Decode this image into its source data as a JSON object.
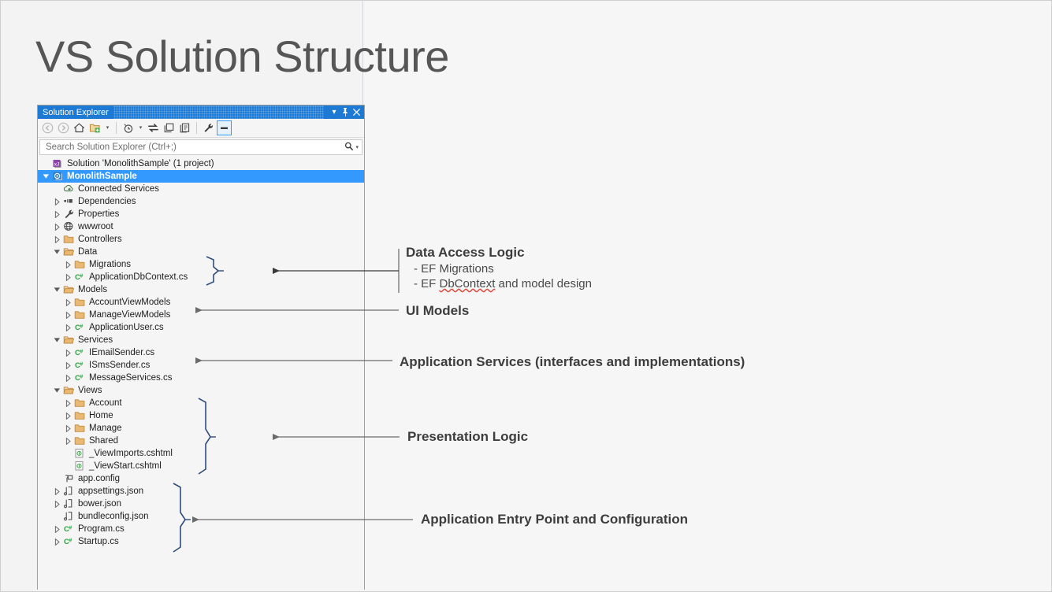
{
  "slide": {
    "title": "VS Solution Structure",
    "background": "#f6f6f6"
  },
  "solution_explorer": {
    "titlebar": {
      "title": "Solution Explorer",
      "dropdown_icon": "chevron-down-icon",
      "pin_icon": "pin-icon",
      "close_icon": "close-icon",
      "accent_color": "#1c7ad4"
    },
    "toolbar": {
      "buttons": [
        {
          "name": "back-icon",
          "glyph": "back"
        },
        {
          "name": "forward-icon",
          "glyph": "forward"
        },
        {
          "name": "home-icon",
          "glyph": "home"
        },
        {
          "name": "new-folder-icon",
          "glyph": "newfolder"
        },
        {
          "name": "new-folder-dropdown-icon",
          "glyph": "caret"
        },
        {
          "name": "pending-changes-icon",
          "glyph": "clock"
        },
        {
          "name": "pending-changes-dropdown-icon",
          "glyph": "caret"
        },
        {
          "name": "sync-with-active-document-icon",
          "glyph": "sync"
        },
        {
          "name": "collapse-all-icon",
          "glyph": "collapse"
        },
        {
          "name": "show-all-files-icon",
          "glyph": "showall"
        },
        {
          "name": "properties-icon",
          "glyph": "wrench"
        },
        {
          "name": "preview-selected-items-icon",
          "glyph": "minus"
        }
      ]
    },
    "search": {
      "placeholder": "Search Solution Explorer (Ctrl+;)",
      "value": "",
      "icon": "search-icon",
      "dropdown_icon": "caret-down-icon"
    },
    "tree": [
      {
        "label": "Solution 'MonolithSample' (1 project)",
        "indent": 0,
        "expander": "none",
        "icon": "solution-icon",
        "selected": false,
        "bold": false
      },
      {
        "label": "MonolithSample",
        "indent": 0,
        "expander": "expanded",
        "icon": "project-icon",
        "selected": true,
        "bold": true
      },
      {
        "label": "Connected Services",
        "indent": 1,
        "expander": "none",
        "icon": "connected-services-icon",
        "selected": false,
        "bold": false
      },
      {
        "label": "Dependencies",
        "indent": 1,
        "expander": "collapsed",
        "icon": "dependencies-icon",
        "selected": false,
        "bold": false
      },
      {
        "label": "Properties",
        "indent": 1,
        "expander": "collapsed",
        "icon": "properties-wrench-icon",
        "selected": false,
        "bold": false
      },
      {
        "label": "wwwroot",
        "indent": 1,
        "expander": "collapsed",
        "icon": "globe-icon",
        "selected": false,
        "bold": false
      },
      {
        "label": "Controllers",
        "indent": 1,
        "expander": "collapsed",
        "icon": "folder-icon",
        "selected": false,
        "bold": false
      },
      {
        "label": "Data",
        "indent": 1,
        "expander": "expanded",
        "icon": "folder-open-icon",
        "selected": false,
        "bold": false
      },
      {
        "label": "Migrations",
        "indent": 2,
        "expander": "collapsed",
        "icon": "folder-icon",
        "selected": false,
        "bold": false
      },
      {
        "label": "ApplicationDbContext.cs",
        "indent": 2,
        "expander": "collapsed",
        "icon": "csharp-icon",
        "selected": false,
        "bold": false
      },
      {
        "label": "Models",
        "indent": 1,
        "expander": "expanded",
        "icon": "folder-open-icon",
        "selected": false,
        "bold": false
      },
      {
        "label": "AccountViewModels",
        "indent": 2,
        "expander": "collapsed",
        "icon": "folder-icon",
        "selected": false,
        "bold": false
      },
      {
        "label": "ManageViewModels",
        "indent": 2,
        "expander": "collapsed",
        "icon": "folder-icon",
        "selected": false,
        "bold": false
      },
      {
        "label": "ApplicationUser.cs",
        "indent": 2,
        "expander": "collapsed",
        "icon": "csharp-icon",
        "selected": false,
        "bold": false
      },
      {
        "label": "Services",
        "indent": 1,
        "expander": "expanded",
        "icon": "folder-open-icon",
        "selected": false,
        "bold": false
      },
      {
        "label": "IEmailSender.cs",
        "indent": 2,
        "expander": "collapsed",
        "icon": "csharp-icon",
        "selected": false,
        "bold": false
      },
      {
        "label": "ISmsSender.cs",
        "indent": 2,
        "expander": "collapsed",
        "icon": "csharp-icon",
        "selected": false,
        "bold": false
      },
      {
        "label": "MessageServices.cs",
        "indent": 2,
        "expander": "collapsed",
        "icon": "csharp-icon",
        "selected": false,
        "bold": false
      },
      {
        "label": "Views",
        "indent": 1,
        "expander": "expanded",
        "icon": "folder-open-icon",
        "selected": false,
        "bold": false
      },
      {
        "label": "Account",
        "indent": 2,
        "expander": "collapsed",
        "icon": "folder-icon",
        "selected": false,
        "bold": false
      },
      {
        "label": "Home",
        "indent": 2,
        "expander": "collapsed",
        "icon": "folder-icon",
        "selected": false,
        "bold": false
      },
      {
        "label": "Manage",
        "indent": 2,
        "expander": "collapsed",
        "icon": "folder-icon",
        "selected": false,
        "bold": false
      },
      {
        "label": "Shared",
        "indent": 2,
        "expander": "collapsed",
        "icon": "folder-icon",
        "selected": false,
        "bold": false
      },
      {
        "label": "_ViewImports.cshtml",
        "indent": 2,
        "expander": "none",
        "icon": "cshtml-icon",
        "selected": false,
        "bold": false
      },
      {
        "label": "_ViewStart.cshtml",
        "indent": 2,
        "expander": "none",
        "icon": "cshtml-icon",
        "selected": false,
        "bold": false
      },
      {
        "label": "app.config",
        "indent": 1,
        "expander": "none",
        "icon": "config-icon",
        "selected": false,
        "bold": false
      },
      {
        "label": "appsettings.json",
        "indent": 1,
        "expander": "collapsed",
        "icon": "json-icon",
        "selected": false,
        "bold": false
      },
      {
        "label": "bower.json",
        "indent": 1,
        "expander": "collapsed",
        "icon": "json-icon",
        "selected": false,
        "bold": false
      },
      {
        "label": "bundleconfig.json",
        "indent": 1,
        "expander": "none",
        "icon": "json-icon",
        "selected": false,
        "bold": false
      },
      {
        "label": "Program.cs",
        "indent": 1,
        "expander": "collapsed",
        "icon": "csharp-icon",
        "selected": false,
        "bold": false
      },
      {
        "label": "Startup.cs",
        "indent": 1,
        "expander": "collapsed",
        "icon": "csharp-icon",
        "selected": false,
        "bold": false
      }
    ]
  },
  "annotations": [
    {
      "id": "data-access-logic",
      "heading": "Data Access Logic",
      "bullets": [
        "- EF Migrations",
        "- EF DbContext and model design"
      ],
      "spellcheck_word": "DbContext"
    },
    {
      "id": "ui-models",
      "heading": "UI Models",
      "bullets": []
    },
    {
      "id": "application-services",
      "heading": "Application Services (interfaces and implementations)",
      "bullets": []
    },
    {
      "id": "presentation-logic",
      "heading": "Presentation Logic",
      "bullets": []
    },
    {
      "id": "application-entry-point",
      "heading": "Application Entry Point and Configuration",
      "bullets": []
    }
  ],
  "colors": {
    "accent_blue": "#1c7ad4",
    "selection_blue": "#3399ff",
    "brace_navy": "#2e4c7e",
    "arrow_gray": "#6b6b6b",
    "arrow_dark": "#3a3a3a",
    "folder_tan": "#e0a44a",
    "csharp_green": "#2f9e44"
  }
}
